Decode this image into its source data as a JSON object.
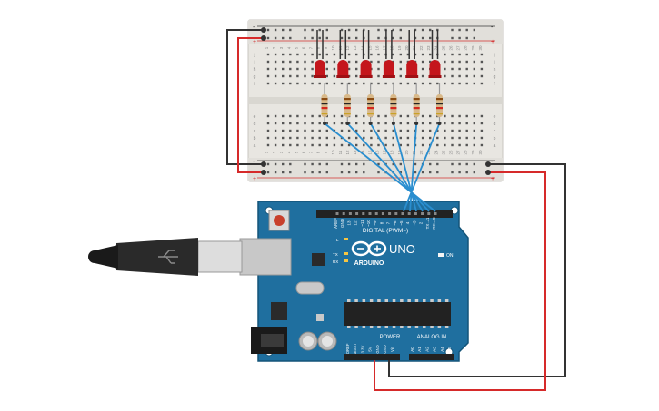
{
  "board": {
    "brand": "ARDUINO",
    "model": "UNO",
    "digital_header": "DIGITAL (PWM~)",
    "power_header": "POWER",
    "analog_header": "ANALOG IN",
    "on_label": "ON",
    "l_label": "L",
    "tx_label": "TX",
    "rx_label": "RX",
    "digital_pins": [
      "AREF",
      "GND",
      "13",
      "12",
      "~11",
      "~10",
      "~9",
      "8",
      "7",
      "~6",
      "~5",
      "4",
      "~3",
      "2",
      "TX→1",
      "RX←0"
    ],
    "power_pins": [
      "IOREF",
      "RESET",
      "3.3V",
      "5V",
      "GND",
      "GND",
      "Vin"
    ],
    "analog_pins": [
      "A0",
      "A1",
      "A2",
      "A3",
      "A4",
      "A5"
    ]
  },
  "breadboard": {
    "col_numbers": [
      "1",
      "2",
      "3",
      "4",
      "5",
      "6",
      "7",
      "8",
      "9",
      "10",
      "11",
      "12",
      "13",
      "14",
      "15",
      "16",
      "17",
      "18",
      "19",
      "20",
      "21",
      "22",
      "23",
      "24",
      "25",
      "26",
      "27",
      "28",
      "29",
      "30"
    ],
    "row_letters_top": [
      "j",
      "i",
      "h",
      "g",
      "f"
    ],
    "row_letters_bottom": [
      "e",
      "d",
      "c",
      "b",
      "a"
    ],
    "rail_minus": "-",
    "rail_plus": "+"
  },
  "colors": {
    "board": "#1f6f9f",
    "breadboard": "#e8e6e1",
    "led": "#c4161c",
    "wire_signal": "#2a8ecf",
    "wire_power": "#d62a2a",
    "wire_ground": "#333333"
  },
  "components": {
    "led_count": 6,
    "resistor_count": 6
  }
}
